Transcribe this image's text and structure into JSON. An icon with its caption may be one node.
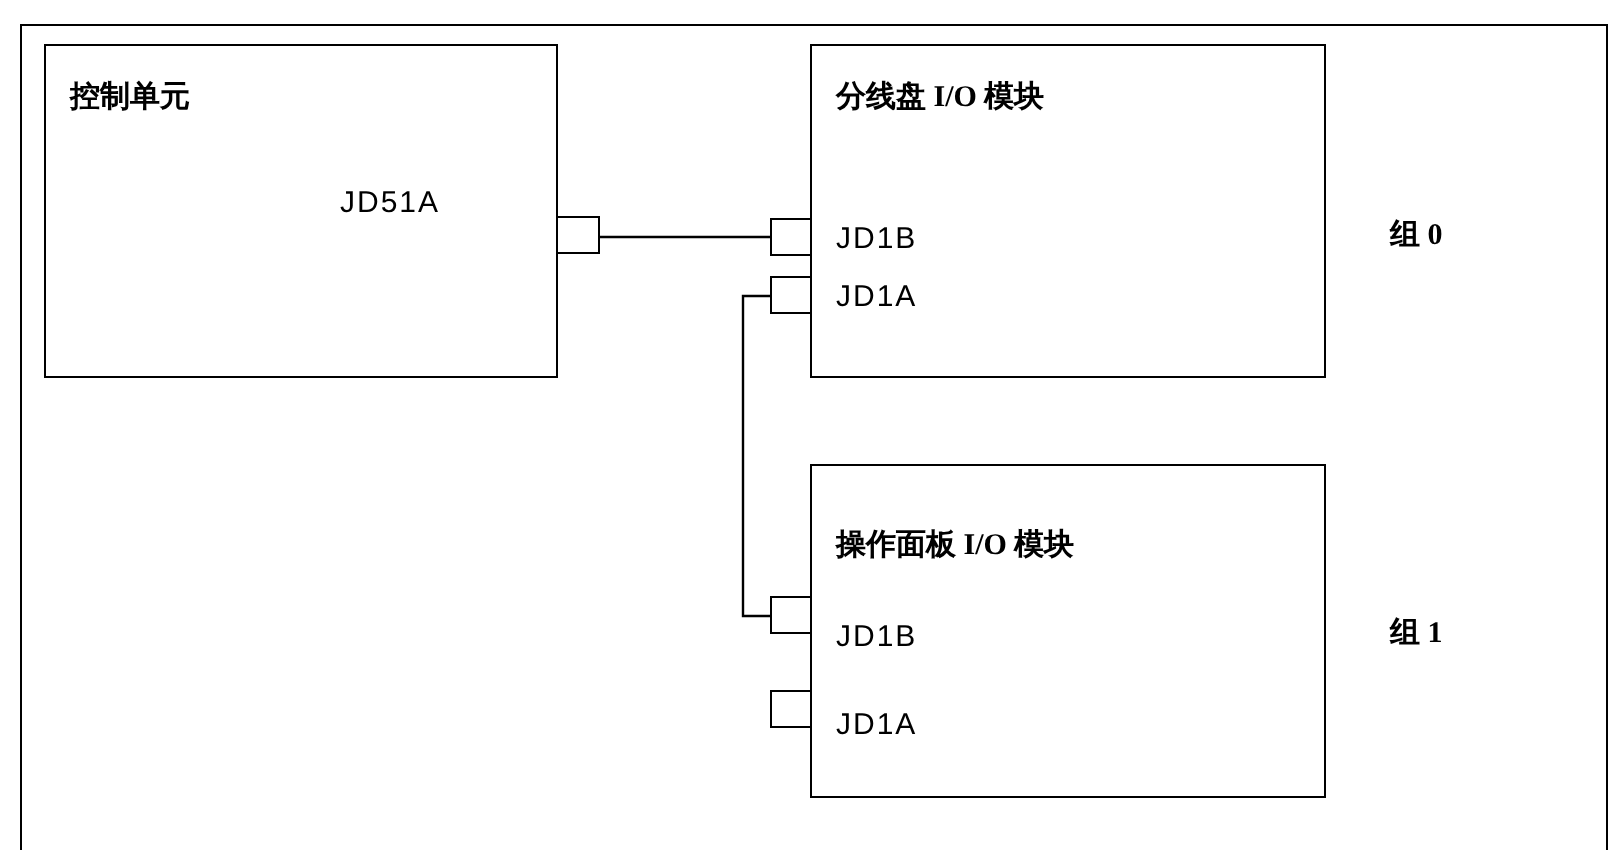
{
  "diagram": {
    "nodes": [
      {
        "text": [
          "控制单元",
          "JD51A"
        ]
      },
      {
        "text": [],
        "shape": "box"
      },
      {
        "text": [
          "分线盘 I/O 模块",
          "JD1B",
          "JD1A"
        ],
        "beside": [
          "组 0"
        ]
      },
      {
        "text": [],
        "shape": "box"
      },
      {
        "text": [],
        "shape": "box"
      },
      {
        "text": [
          "操作面板 I/O 模块",
          "JD1B",
          "JD1A"
        ],
        "beside": [
          "组 1"
        ]
      },
      {
        "text": [],
        "shape": "box"
      },
      {
        "text": [],
        "shape": "box"
      }
    ],
    "edges": [
      {
        "from": 1,
        "to": 3,
        "arrow": "none"
      },
      {
        "from": 4,
        "to": 6,
        "arrow": "none"
      }
    ]
  }
}
